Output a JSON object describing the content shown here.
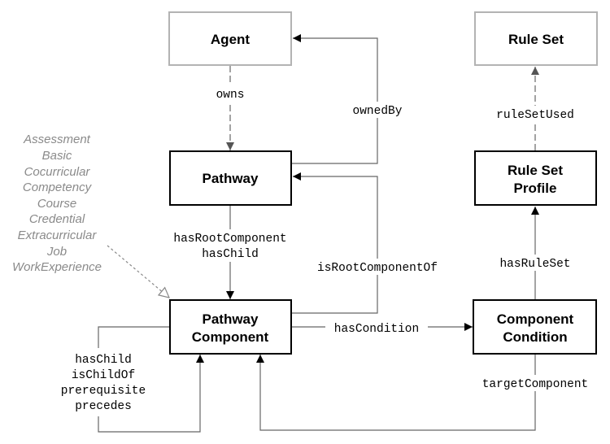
{
  "nodes": {
    "agent": {
      "label": "Agent"
    },
    "rule_set": {
      "label": "Rule Set"
    },
    "pathway": {
      "label": "Pathway"
    },
    "rule_set_profile": {
      "label_line1": "Rule Set",
      "label_line2": "Profile"
    },
    "pathway_component": {
      "label_line1": "Pathway",
      "label_line2": "Component"
    },
    "component_condition": {
      "label_line1": "Component",
      "label_line2": "Condition"
    }
  },
  "edges": {
    "owns": "owns",
    "owned_by": "ownedBy",
    "rule_set_used": "ruleSetUsed",
    "has_root_component": "hasRootComponent",
    "has_child": "hasChild",
    "is_root_component_of": "isRootComponentOf",
    "has_rule_set": "hasRuleSet",
    "has_condition": "hasCondition",
    "target_component": "targetComponent",
    "self_loop": [
      "hasChild",
      "isChildOf",
      "prerequisite",
      "precedes"
    ]
  },
  "subtypes": [
    "Assessment",
    "Basic",
    "Cocurricular",
    "Competency",
    "Course",
    "Credential",
    "Extracurricular",
    "Job",
    "WorkExperience"
  ],
  "colors": {
    "primary_border": "#000000",
    "external_border": "#b3b3b3",
    "line": "#666666",
    "subtype_text": "#8a8a8a"
  }
}
